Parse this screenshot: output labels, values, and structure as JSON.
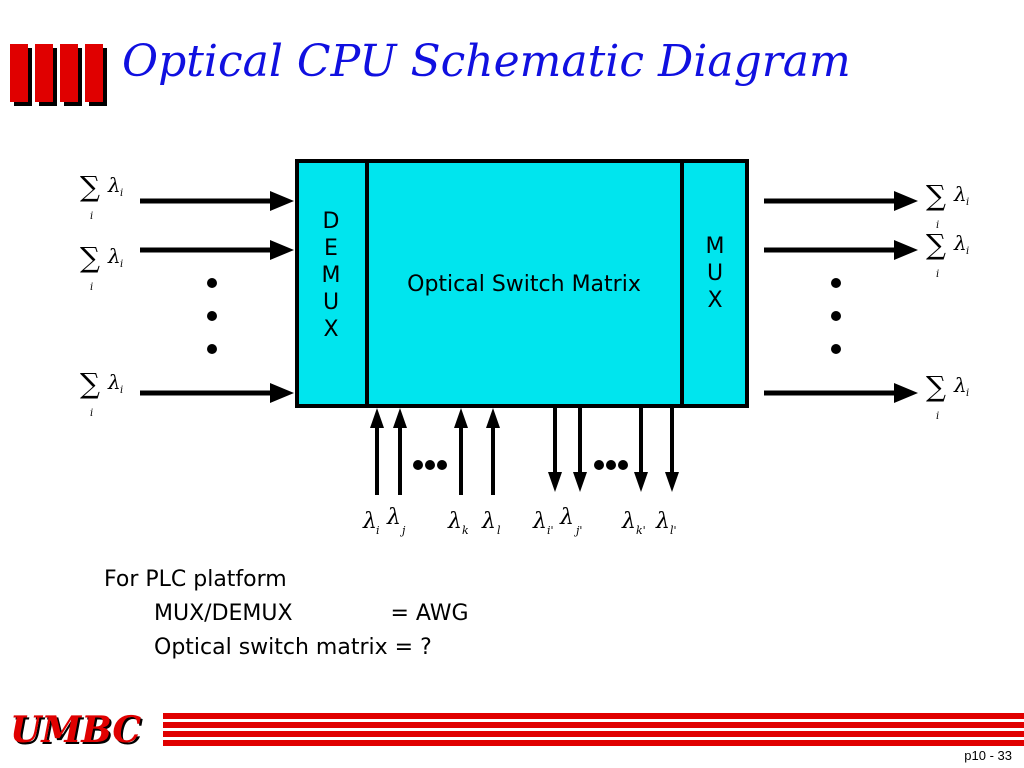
{
  "slide": {
    "title": "Optical CPU Schematic Diagram",
    "accent_color": "#1010e0",
    "brand_color": "#e00000",
    "logo_text": "UMBC",
    "page_number": "p10 - 33"
  },
  "diagram": {
    "box_color": "#00e5ee",
    "demux_label": "D\nE\nM\nU\nX",
    "mux_label": "M\nU\nX",
    "switch_label": "Optical Switch Matrix",
    "input_label": "Σᵢλᵢ",
    "output_label": "Σᵢλᵢ",
    "ellipsis_glyph": "•",
    "bottom_inputs": [
      "λi",
      "λj",
      "λk",
      "λl"
    ],
    "bottom_outputs": [
      "λi'",
      "λj'",
      "λk'",
      "λl'"
    ]
  },
  "notes": {
    "heading": "For PLC platform",
    "line1": "MUX/DEMUX              = AWG",
    "line2": "Optical switch matrix = ?"
  }
}
